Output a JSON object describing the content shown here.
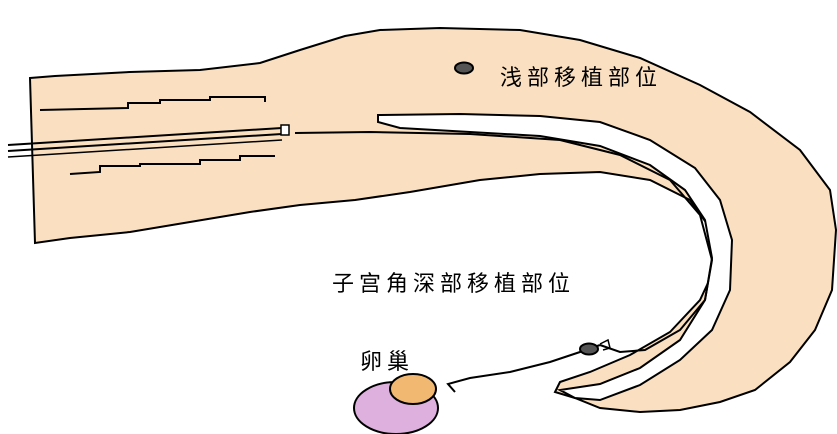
{
  "labels": {
    "shallow_site": "浅部移植部位",
    "deep_site": "子宫角深部移植部位",
    "ovary": "卵巢"
  },
  "colors": {
    "uterus_fill": "#fae0c0",
    "ovary_fill": "#ddb0dd",
    "ovary_small_fill": "#f0b870",
    "outline": "#000000"
  },
  "icons": [
    "embryo-icon-shallow",
    "embryo-icon-deep",
    "catheter-icon"
  ]
}
